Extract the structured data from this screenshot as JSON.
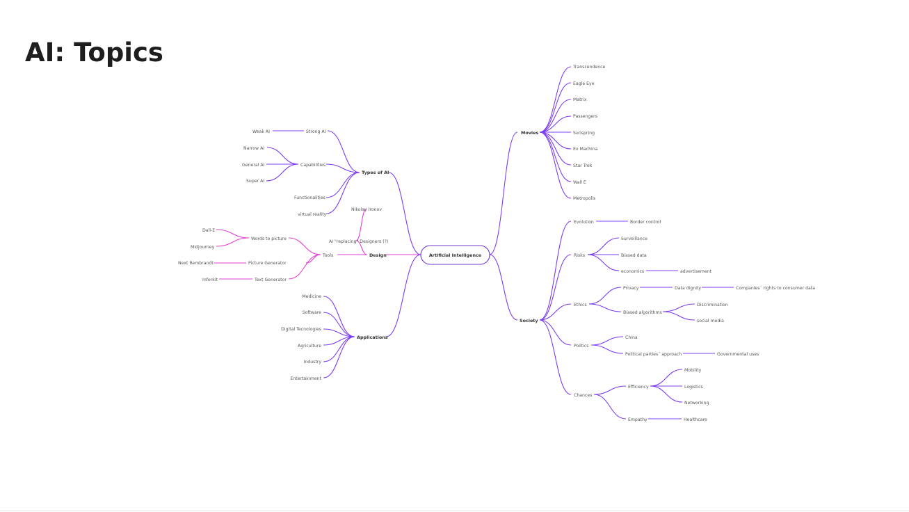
{
  "page": {
    "title": "AI: Topics"
  },
  "colors": {
    "purple": "#7b3cf0",
    "pink": "#e33fd2",
    "center_border": "#6f38d6"
  },
  "mindmap": {
    "center": "Artificial Intelligence",
    "types_of_ai": {
      "label": "Types of AI",
      "strong_ai": "Strong AI",
      "weak_ai": "Weak AI",
      "capabilities": "Capabilities",
      "narrow_ai": "Narrow AI",
      "general_ai": "General AI",
      "super_ai": "Super AI",
      "functionalities": "Functionalities",
      "virtual_reality": "virtual reality"
    },
    "design": {
      "label": "Design",
      "ai_replacing": "AI \"replacing\" Designers (?)",
      "nikolay": "Nikolay Ironov",
      "tools": "Tools",
      "words_to_picture": "Words to picture",
      "dalle": "Dall-E",
      "midjourney": "Midjourney",
      "picture_generator": "Picture Generator",
      "next_rembrandt": "Next Rembrandt",
      "text_generator": "Text Generator",
      "inferkit": "Inferkit"
    },
    "applications": {
      "label": "Applications",
      "items": [
        "Medicine",
        "Software",
        "Digital Tecnologies",
        "Agriculture",
        "Industry",
        "Entertainment"
      ]
    },
    "movies": {
      "label": "Movies",
      "items": [
        "Transcendence",
        "Eagle Eye",
        "Matrix",
        "Passengers",
        "Sunspring",
        "Ex Machina",
        "Star Trek",
        "Wall E",
        "Metropolis"
      ]
    },
    "society": {
      "label": "Society",
      "evolution": "Evolution",
      "border_control": "Border control",
      "risks": "Risks",
      "surveillance": "Surveillance",
      "biased_data": "Biased data",
      "economics": "economics",
      "advertisement": "advertisement",
      "ethics": "Ethics",
      "privacy": "Privacy",
      "data_dignity": "Data dignity",
      "companies_rights": "Companies´ rights to consumer data",
      "biased_algorithms": "Biased algorithms",
      "discrimination": "Discrimination",
      "social_media": "social media",
      "politics": "Politics",
      "china": "China",
      "political_parties": "Political parties´ approach",
      "governmental_uses": "Governmental uses",
      "chances": "Chances",
      "efficiency": "Efficiency",
      "mobility": "Mobility",
      "logistics": "Logistics",
      "networking": "Networking",
      "empathy": "Empathy",
      "healthcare": "Healthcare"
    }
  }
}
